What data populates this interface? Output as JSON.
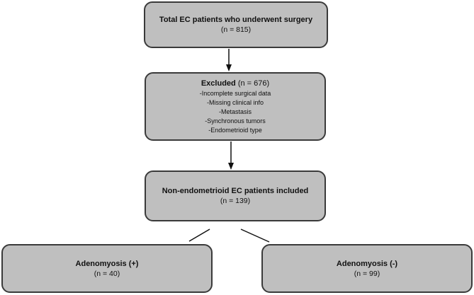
{
  "boxes": {
    "total": {
      "title": "Total EC patients who underwent surgery",
      "count": "(n = 815)"
    },
    "excluded": {
      "label": "Excluded",
      "count": "(n = 676)",
      "reasons": [
        "-Incomplete surgical data",
        "-Missing clinical info",
        "-Metastasis",
        "-Synchronous tumors",
        "-Endometrioid type"
      ]
    },
    "included": {
      "title": "Non-endometrioid EC patients included",
      "count": "(n = 139)"
    },
    "adeno_pos": {
      "title": "Adenomyosis (+)",
      "count": "(n = 40)"
    },
    "adeno_neg": {
      "title": "Adenomyosis (-)",
      "count": "(n = 99)"
    }
  },
  "colors": {
    "box_fill": "#bfbfbf",
    "box_border": "#3a3a3a",
    "connector": "#111111"
  }
}
